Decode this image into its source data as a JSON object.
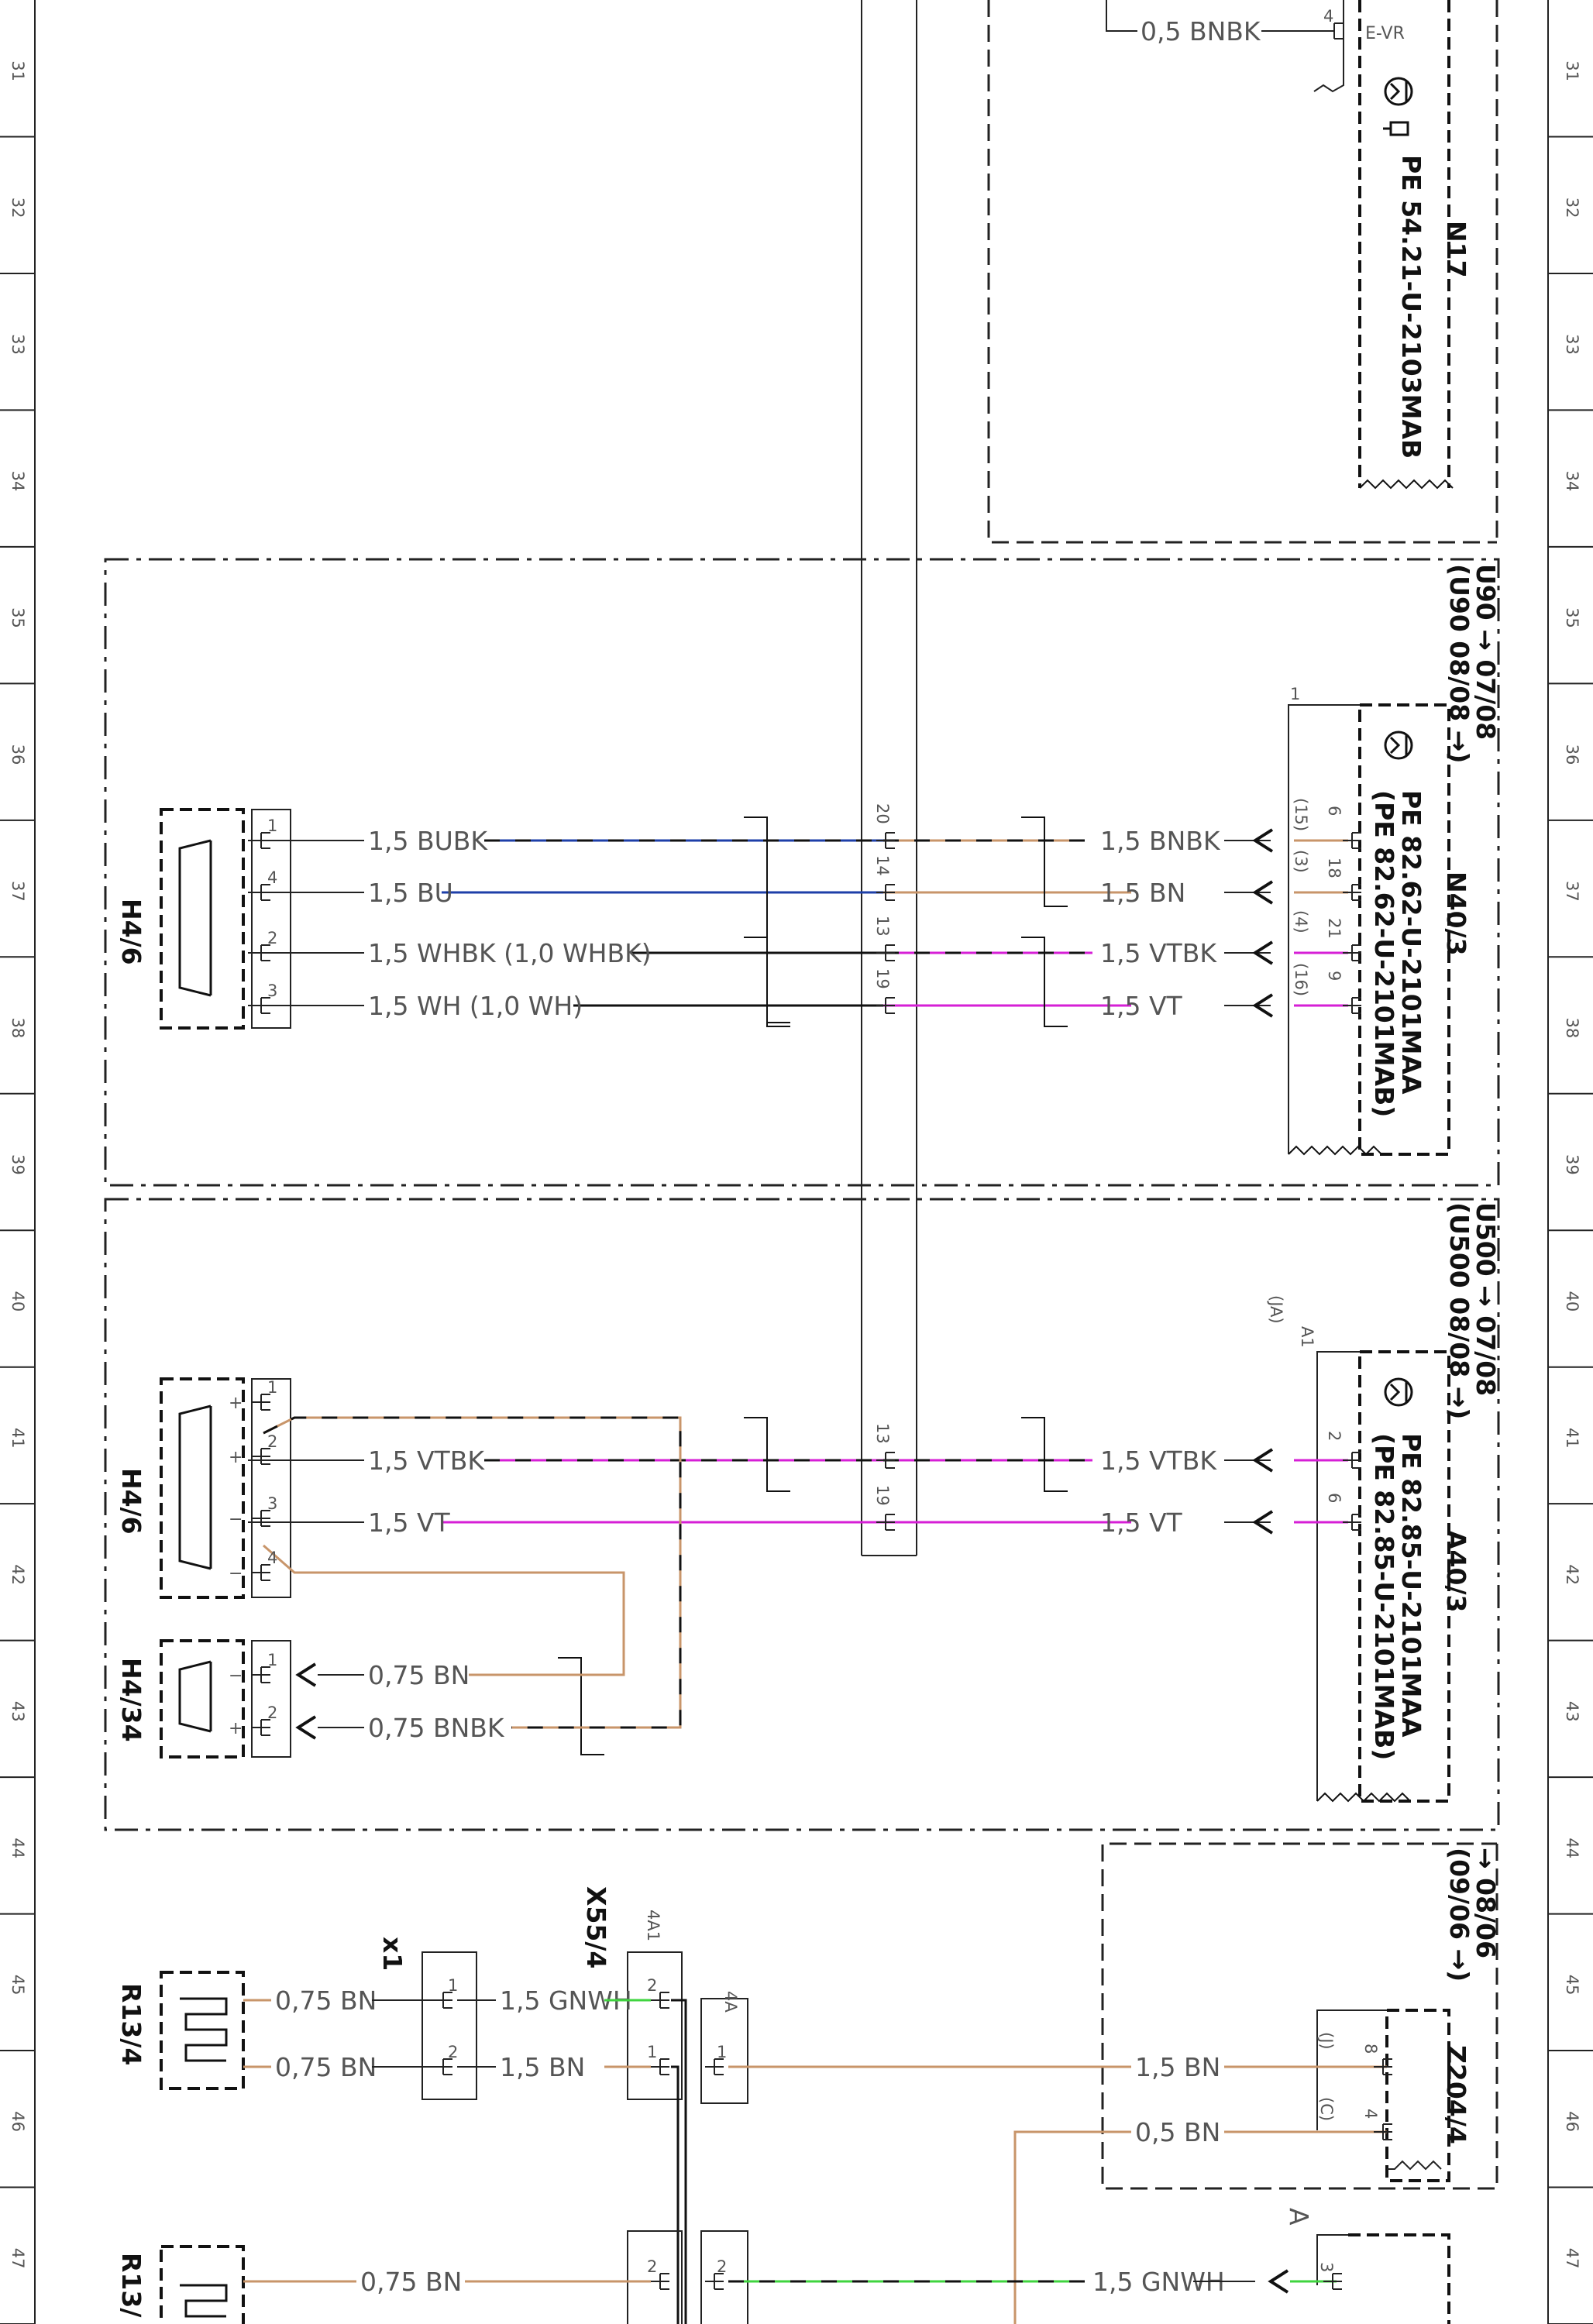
{
  "colors": {
    "brown": "#c8956a",
    "blue": "#1e3fa8",
    "violet": "#d61fd6",
    "green": "#3fd43f",
    "black": "#111111",
    "frame": "#222222"
  },
  "ruler": [
    "31",
    "32",
    "33",
    "34",
    "35",
    "36",
    "37",
    "38",
    "39",
    "40",
    "41",
    "42",
    "43",
    "44",
    "45",
    "46",
    "47"
  ],
  "components": {
    "n17": {
      "id": "N17",
      "ref": "PE 54.21-U-2103MAB",
      "wire": "0,5 BNBK",
      "pin": "4",
      "signal": "E-VR"
    },
    "n403": {
      "id": "N40/3",
      "ref1": "PE 82.62-U-2101MAA",
      "ref2": "(PE 82.62-U-2101MAB)",
      "arrow_a": "U90 → 07/08",
      "arrow_b": "(U90 08/08 →)",
      "pin_top": "1"
    },
    "a403": {
      "id": "A40/3",
      "ref1": "PE 82.85-U-2101MAA",
      "ref2": "(PE 82.85-U-2101MAB)",
      "arrow_a": "U500 → 07/08",
      "arrow_b": "(U500 08/08 →)",
      "pin_top": "A1",
      "pin_top_alt": "(JA)"
    },
    "z2044": {
      "id": "Z204/4",
      "arrow_a": "→ 08/06",
      "arrow_b": "(09/06 →)"
    },
    "h46_top": {
      "id": "H4/6"
    },
    "h46_bottom": {
      "id": "H4/6"
    },
    "h434": {
      "id": "H4/34"
    },
    "x554": {
      "id": "X55/4",
      "sub_a": "4A1",
      "sub_b": "4A"
    },
    "x1": {
      "id": "x1"
    },
    "r134": {
      "id": "R13/4"
    },
    "r13x": {
      "id": "R13/"
    },
    "a_conn": {
      "id": "A"
    }
  },
  "wires": {
    "n403": {
      "left": [
        "1,5 BUBK",
        "1,5 BU",
        "1,5 WHBK (1,0 WHBK)",
        "1,5 WH (1,0 WH)"
      ],
      "right": [
        "1,5 BNBK",
        "1,5 BN",
        "1,5 VTBK",
        "1,5 VT"
      ],
      "h_pins": [
        "1",
        "4",
        "2",
        "3"
      ],
      "mid_pins": [
        "20",
        "14",
        "13",
        "19"
      ],
      "n_pins": [
        "6",
        "18",
        "21",
        "9"
      ],
      "n_alt": [
        "(15)",
        "(3)",
        "(4)",
        "(16)"
      ]
    },
    "a403": {
      "left": [
        "1,5 VTBK",
        "1,5 VT"
      ],
      "right": [
        "1,5 VTBK",
        "1,5 VT"
      ],
      "h_pins": [
        "1",
        "2",
        "3",
        "4"
      ],
      "h_pol": [
        "+",
        "+",
        "−",
        "−"
      ],
      "mid_pins": [
        "13",
        "19"
      ],
      "a_pins": [
        "2",
        "6"
      ]
    },
    "h434": {
      "labels": [
        "0,75 BN",
        "0,75 BNBK"
      ],
      "pins": [
        "1",
        "2"
      ],
      "pol": [
        "−",
        "+"
      ]
    },
    "r134": {
      "left": [
        "0,75 BN",
        "0,75 BN"
      ],
      "mid": [
        "1,5 GNWH",
        "1,5 BN"
      ],
      "x1_pins": [
        "1",
        "2"
      ],
      "x55_pins_a": [
        "2",
        "1"
      ],
      "x55_pins_b": [
        "1",
        "2"
      ]
    },
    "z2044": {
      "labels": [
        "1,5 BN",
        "0,5 BN"
      ],
      "pins": [
        "8",
        "4"
      ],
      "alt": [
        "(J)",
        "(C)"
      ]
    },
    "bottom": {
      "left": "0,75 BN",
      "right": "1,5 GNWH",
      "x55_pin": "2",
      "x55_pin_b": "2",
      "a_pin": "3"
    }
  }
}
